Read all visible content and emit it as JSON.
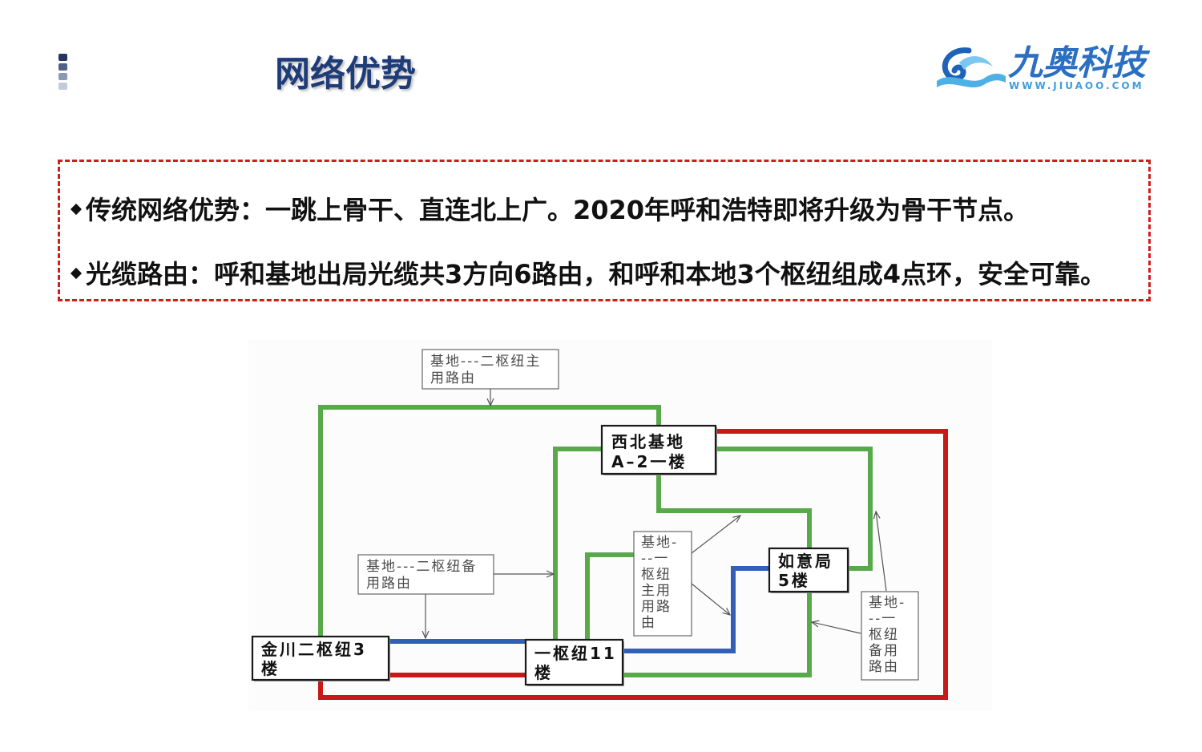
{
  "slide": {
    "title": "网络优势"
  },
  "logo": {
    "icon": "wave-swirl-logo-icon",
    "name": "九奥科技",
    "url_text": "WWW.JIUAOO.COM"
  },
  "highlights": {
    "bullet_icon": "diamond-bullet-icon",
    "items": [
      {
        "text": "传统网络优势：一跳上骨干、直连北上广。2020年呼和浩特即将升级为骨干节点。"
      },
      {
        "text": "光缆路由：呼和基地出局光缆共3方向6路由，和呼和本地3个枢纽组成4点环，安全可靠。"
      }
    ]
  },
  "diagram": {
    "nodes": {
      "xibei_base": {
        "lines": [
          "西北基地",
          "A–2一楼"
        ]
      },
      "ruyi_bureau": {
        "lines": [
          "如意局",
          "5楼"
        ]
      },
      "jinchuan_hub2": {
        "lines": [
          "金川二枢纽3",
          "楼"
        ]
      },
      "hub1": {
        "lines": [
          "一枢纽11",
          "楼"
        ]
      }
    },
    "route_labels": {
      "base_hub2_primary": {
        "lines": [
          "基地---二枢纽主",
          "用路由"
        ]
      },
      "base_hub2_backup": {
        "lines": [
          "基地---二枢纽备",
          "用路由"
        ]
      },
      "base_hub1_primary": {
        "lines": [
          "基地-",
          "--一",
          "枢纽",
          "主用",
          "用路",
          "由"
        ]
      },
      "base_hub1_backup": {
        "lines": [
          "基地-",
          "--一",
          "枢纽",
          "备用",
          "路由"
        ]
      }
    }
  },
  "colors": {
    "title": "#1e3c78",
    "logo_blue": "#2b6fc2",
    "logo_light_blue": "#3d9ee0",
    "highlight_border": "#d01c1c",
    "route_green": "#58a94a",
    "route_red": "#c81818",
    "route_blue": "#3160b4"
  }
}
